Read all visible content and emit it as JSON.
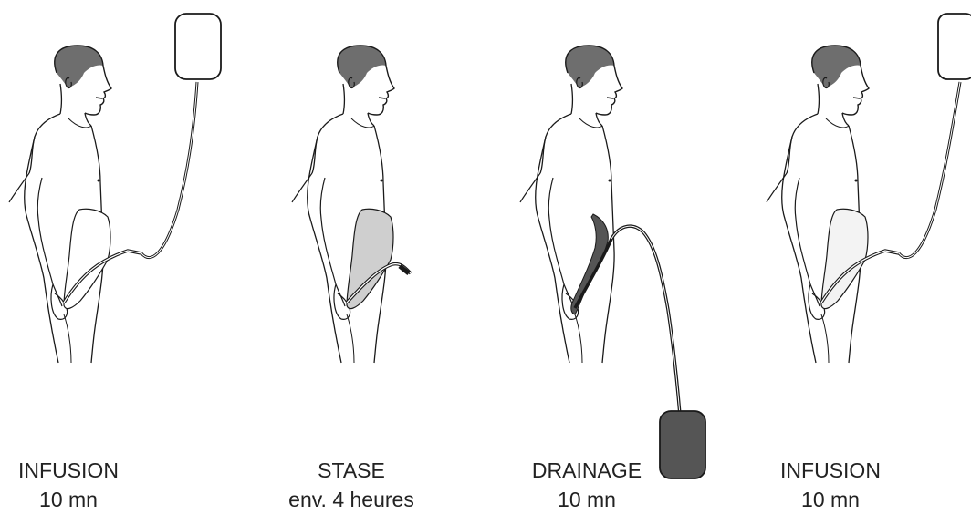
{
  "panels": [
    {
      "title": "INFUSION",
      "duration": "10 mn"
    },
    {
      "title": "STASE",
      "duration": "env. 4 heures"
    },
    {
      "title": "DRAINAGE",
      "duration": "10 mn"
    },
    {
      "title": "INFUSION",
      "duration": "10 mn"
    }
  ],
  "colors": {
    "outline": "#1a1a1a",
    "hair": "#6e6e6e",
    "dialysate_full": "#cfcfcf",
    "dialysate_light": "#f3f3f3",
    "drain_bag": "#555555",
    "drain_fluid": "#555555",
    "bag_empty": "#ffffff"
  }
}
